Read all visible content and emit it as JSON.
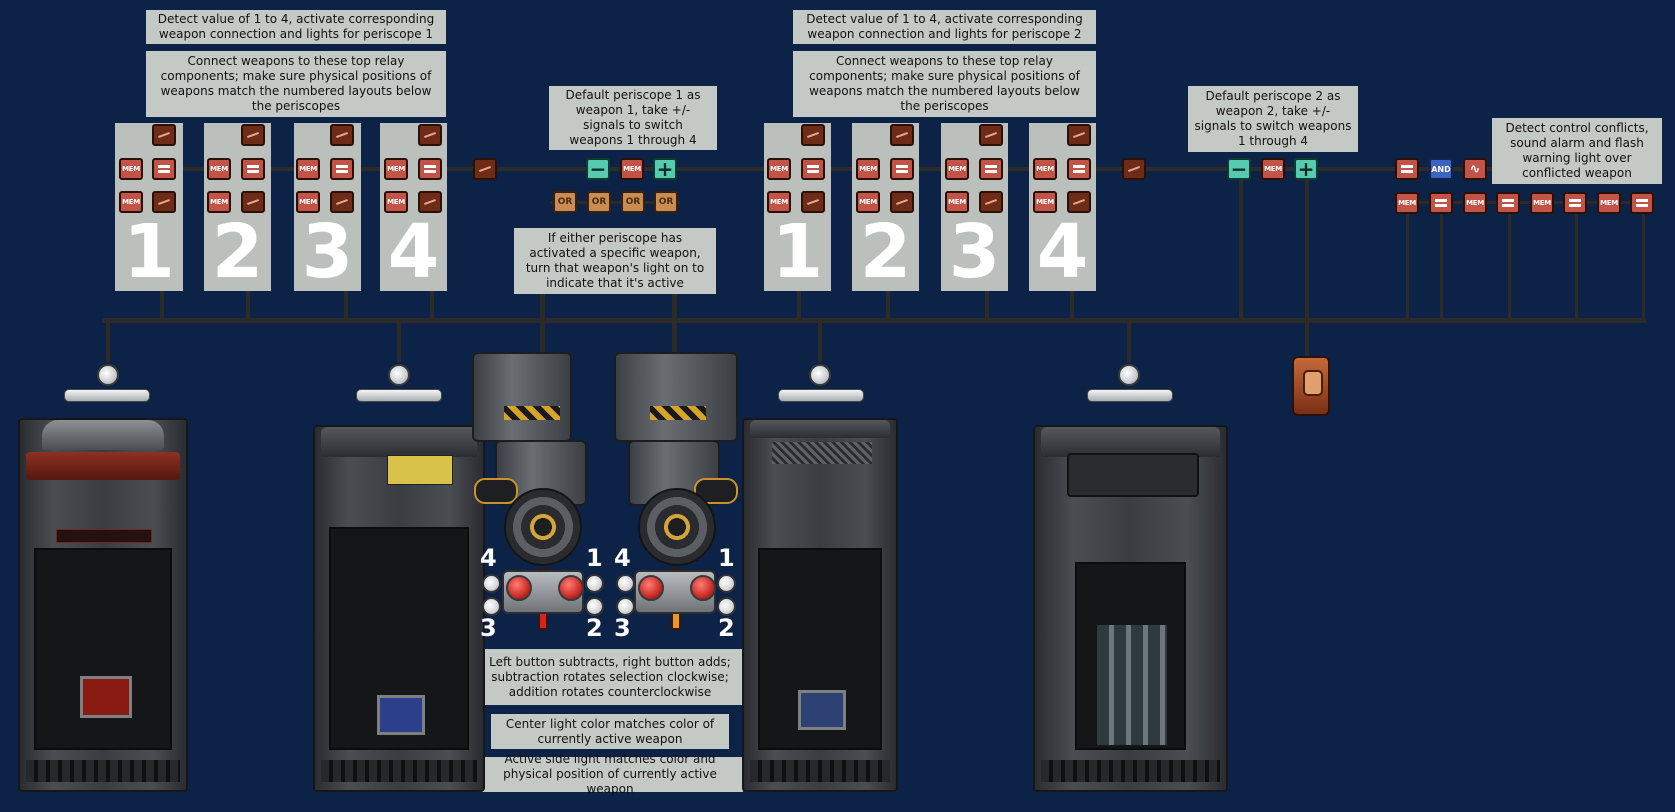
{
  "notes": {
    "detect_p1": "Detect value of 1 to 4, activate corresponding weapon connection and lights for periscope 1",
    "connect_p1": "Connect weapons to these top relay components; make sure physical positions of weapons match the numbered layouts below the periscopes",
    "default_p1": "Default periscope 1 as weapon 1, take +/- signals to switch weapons 1 through 4",
    "either_periscope": "If either periscope has activated a specific weapon, turn that weapon's light on to indicate that it's active",
    "detect_p2": "Detect value of 1 to 4, activate corresponding weapon connection and lights for periscope 2",
    "connect_p2": "Connect weapons to these top relay components; make sure physical positions of weapons match the numbered layouts below the periscopes",
    "default_p2": "Default periscope 2 as weapon 2, take +/- signals to switch weapons 1 through 4",
    "conflict": "Detect control conflicts, sound alarm and flash warning light over conflicted weapon",
    "buttons": "Left button subtracts, right button adds; subtraction rotates selection clockwise; addition rotates counterclockwise",
    "center_light": "Center light color matches color of currently active weapon",
    "side_light": "Active side light matches color and physical position of currently active weapon"
  },
  "panels_p1": [
    "1",
    "2",
    "3",
    "4"
  ],
  "panels_p2": [
    "1",
    "2",
    "3",
    "4"
  ],
  "component_labels": {
    "mem": "MEM",
    "or": "OR",
    "and": "AND",
    "plus": "+",
    "minus": "−",
    "osc": "∿"
  },
  "periscope_1": {
    "num_top_left": "4",
    "num_top_right": "1",
    "num_bottom_left": "3",
    "num_bottom_right": "2",
    "center_light_color": "#d4261e"
  },
  "periscope_2": {
    "num_top_left": "4",
    "num_top_right": "1",
    "num_bottom_left": "3",
    "num_bottom_right": "2",
    "center_light_color": "#e69a1e"
  },
  "colors": {
    "background": "#0c2246",
    "note_bg": "#c5c9c6",
    "panel_bg": "#bcc0bd",
    "wire": "#2c2b27"
  }
}
